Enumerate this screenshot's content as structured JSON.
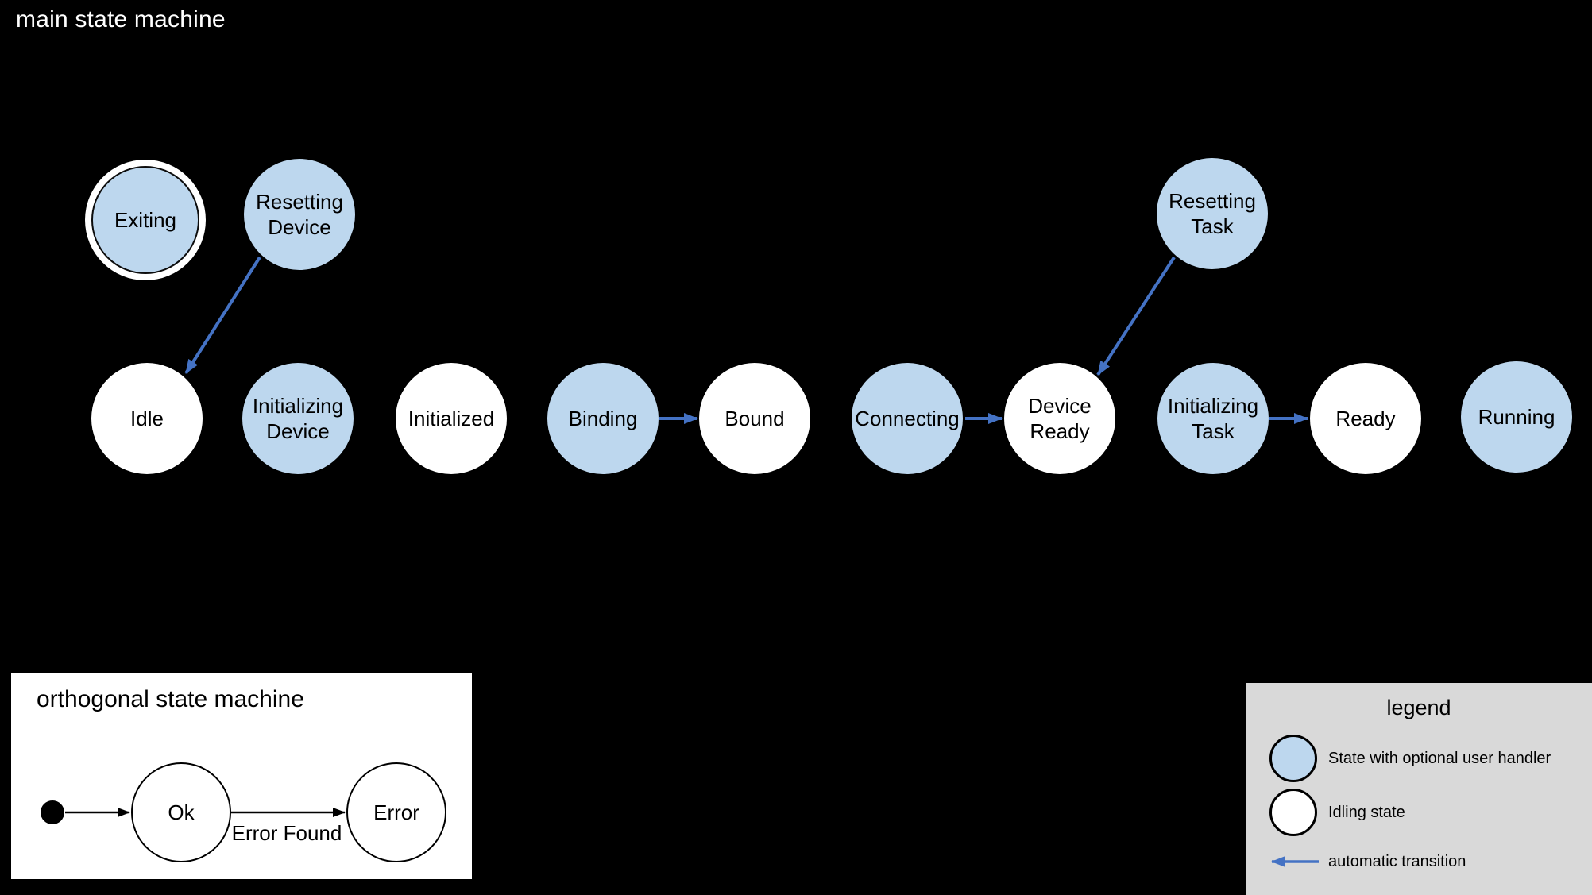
{
  "main_machine": {
    "title": "main state machine",
    "states": [
      {
        "label": "Exiting",
        "kind": "user_handler",
        "final": true
      },
      {
        "label": "Resetting Device",
        "kind": "user_handler"
      },
      {
        "label": "Resetting Task",
        "kind": "user_handler"
      },
      {
        "label": "Idle",
        "kind": "idling"
      },
      {
        "label": "Initializing Device",
        "kind": "user_handler"
      },
      {
        "label": "Initialized",
        "kind": "idling"
      },
      {
        "label": "Binding",
        "kind": "user_handler"
      },
      {
        "label": "Bound",
        "kind": "idling"
      },
      {
        "label": "Connecting",
        "kind": "user_handler"
      },
      {
        "label": "Device Ready",
        "kind": "idling"
      },
      {
        "label": "Initializing Task",
        "kind": "user_handler"
      },
      {
        "label": "Ready",
        "kind": "idling"
      },
      {
        "label": "Running",
        "kind": "user_handler"
      }
    ],
    "transitions": [
      {
        "from": "Resetting Device",
        "to": "Idle",
        "type": "automatic"
      },
      {
        "from": "Binding",
        "to": "Bound",
        "type": "automatic"
      },
      {
        "from": "Connecting",
        "to": "Device Ready",
        "type": "automatic"
      },
      {
        "from": "Resetting Task",
        "to": "Device Ready",
        "type": "automatic"
      },
      {
        "from": "Initializing Task",
        "to": "Ready",
        "type": "automatic"
      }
    ]
  },
  "orthogonal_machine": {
    "title": "orthogonal state machine",
    "states": [
      {
        "label": "Ok"
      },
      {
        "label": "Error"
      }
    ],
    "transitions": [
      {
        "from": "initial",
        "to": "Ok",
        "label": ""
      },
      {
        "from": "Ok",
        "to": "Error",
        "label": "Error Found"
      }
    ]
  },
  "legend": {
    "title": "legend",
    "items": [
      {
        "label": "State with optional user handler"
      },
      {
        "label": "Idling state"
      },
      {
        "label": "automatic transition"
      }
    ]
  },
  "colors": {
    "background": "#000000",
    "user_handler_state_fill": "#bdd7ee",
    "idling_state_fill": "#ffffff",
    "automatic_transition_arrow": "#4472c4",
    "legend_background": "#d9d9d9"
  }
}
